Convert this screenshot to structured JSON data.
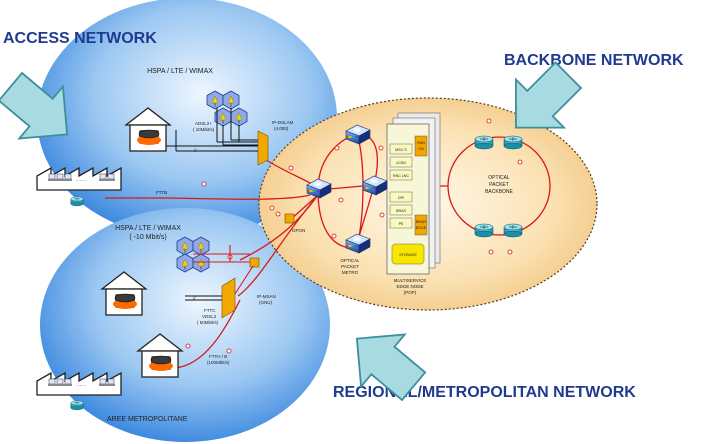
{
  "colors": {
    "title": "#1f3a8f",
    "access_cloud": "#3f8fe0",
    "metro_cloud": "#f8d49a",
    "link_red": "#d81818",
    "arrow_fill": "#9fd3dc",
    "node_fill": "#f7f7c8",
    "dslam_orange": "#f2a800"
  },
  "titles": {
    "access": "ACCESS NETWORK",
    "backbone": "BACKBONE NETWORK",
    "regional": "REGIONAL/METROPOLITAN NETWORK"
  },
  "labels": {
    "hspa_top": "HSPA / LTE / WIMAX",
    "adsl_1": "ADSL2+",
    "adsl_2": "( 10Mbit/s)",
    "ipdslam_1": "IP-DSLAM",
    "ipdslam_2": "(4.000)",
    "fttb": "FTTB",
    "gpon": "GPON",
    "hspa_mid_1": "HSPA / LTE /  WIMAX",
    "hspa_mid_2": "( -10 Mbit/s)",
    "ipmsan_1": "IP-MSAN",
    "ipmsan_2": "(ONU)",
    "fttc_1": "FTTC",
    "fttc_2": "VDSL2",
    "fttc_3": "( 50Mbit/s)",
    "ftth_1": "FTTH / B",
    "ftth_2": "(100Mbit/s)",
    "aree": "AREE METROPOLITANE",
    "opm_1": "OPTICAL",
    "opm_2": "PACKET",
    "opm_3": "METRO",
    "msen_1": "MULTISERVICE",
    "msen_2": "EDGE NODE",
    "msen_3": "(POP)",
    "opb_1": "OPTICAL",
    "opb_2": "PACKET",
    "opb_3": "BACKBONE"
  },
  "edge_node_modules": {
    "left": [
      "MSC S",
      "xCDN",
      "RNC LNC",
      "DPI",
      "BRAS",
      "PE"
    ],
    "right_top_1": "RAN",
    "right_top_2": "CN",
    "right_bottom_1": "BRAN",
    "right_bottom_2": "EDGE",
    "storage": "STORAGE"
  },
  "slash_mark": "//",
  "dots": "........"
}
